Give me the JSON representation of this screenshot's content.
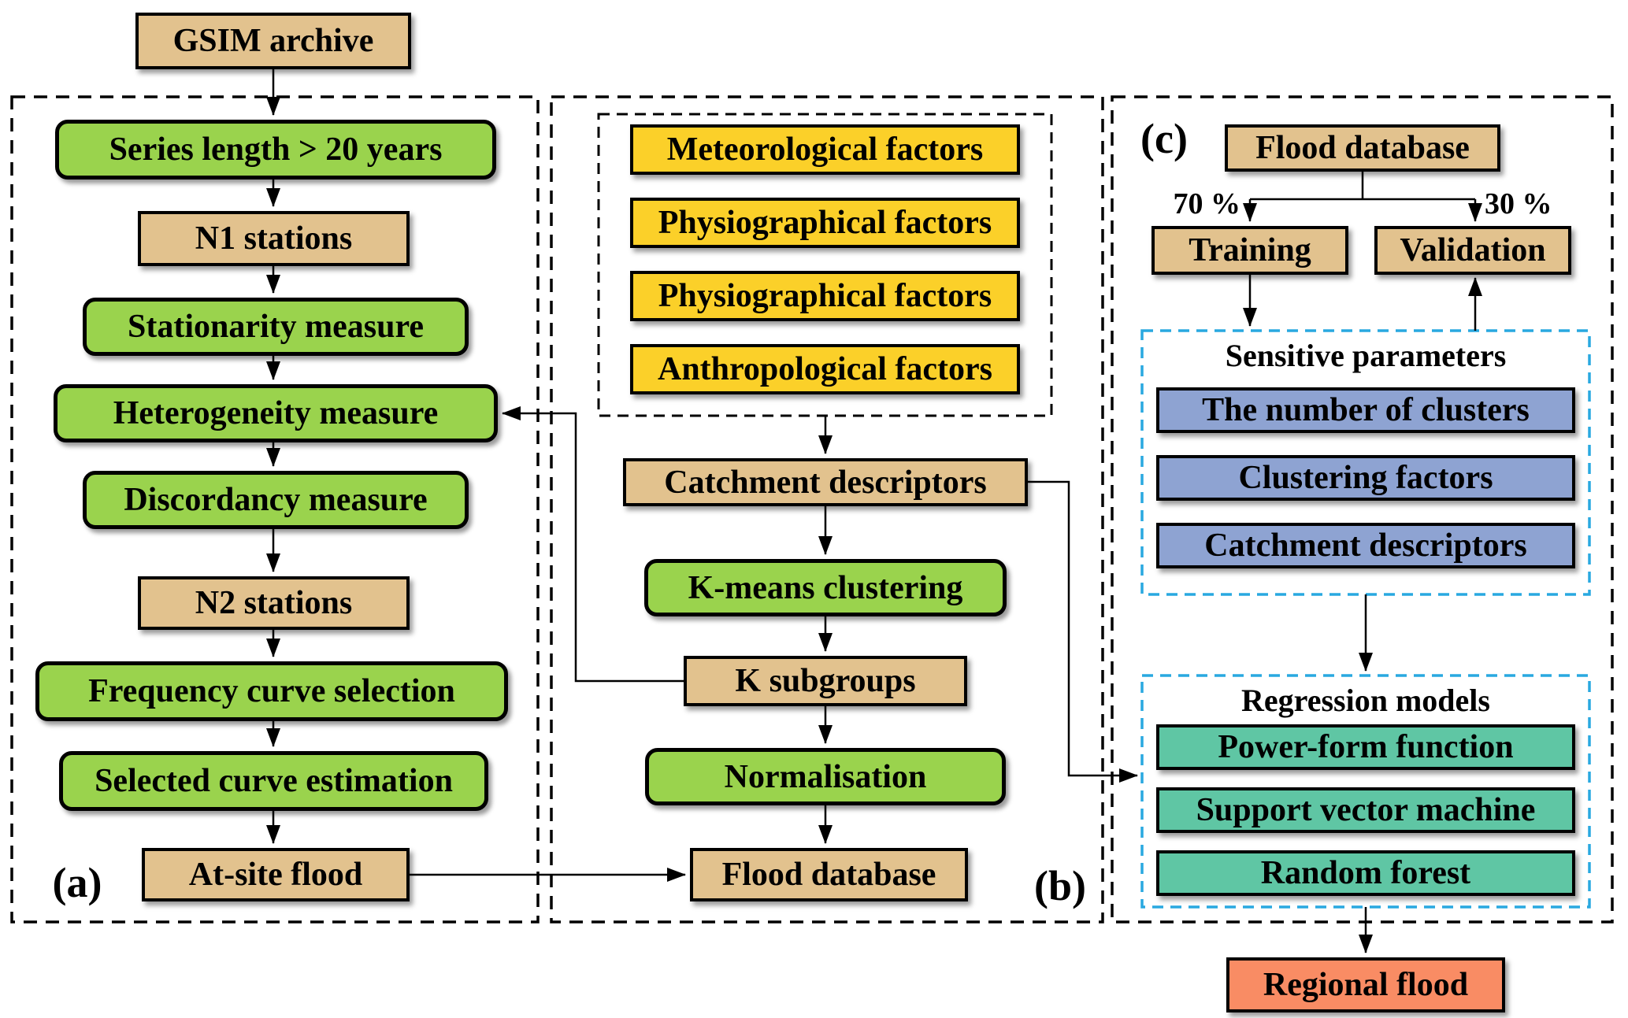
{
  "colors": {
    "tan": "#E2C28E",
    "green": "#9AD34D",
    "yellow": "#FBD029",
    "periwinkle": "#8EA3D2",
    "teal": "#5FC6A4",
    "salmon": "#F98C64",
    "cyan_dashed": "#29A8E0",
    "line": "#000000"
  },
  "source_node": {
    "label": "GSIM archive"
  },
  "panel_a": {
    "label": "(a)",
    "steps": [
      "Series length > 20 years",
      "N1 stations",
      "Stationarity measure",
      "Heterogeneity measure",
      "Discordancy measure",
      "N2 stations",
      "Frequency curve selection",
      "Selected curve estimation",
      "At-site flood"
    ]
  },
  "panel_b": {
    "label": "(b)",
    "factor_group": [
      "Meteorological factors",
      "Physiographical factors",
      "Physiographical factors",
      "Anthropological factors"
    ],
    "steps": [
      "Catchment descriptors",
      "K-means clustering",
      "K subgroups",
      "Normalisation",
      "Flood database"
    ]
  },
  "panel_c": {
    "label": "(c)",
    "flood_database": "Flood database",
    "split": {
      "training_pct": "70 %",
      "validation_pct": "30 %",
      "training": "Training",
      "validation": "Validation"
    },
    "sensitive_parameters": {
      "title": "Sensitive parameters",
      "items": [
        "The number of clusters",
        "Clustering factors",
        "Catchment descriptors"
      ]
    },
    "regression_models": {
      "title": "Regression models",
      "items": [
        "Power-form function",
        "Support vector machine",
        "Random forest"
      ]
    },
    "output": "Regional flood"
  }
}
